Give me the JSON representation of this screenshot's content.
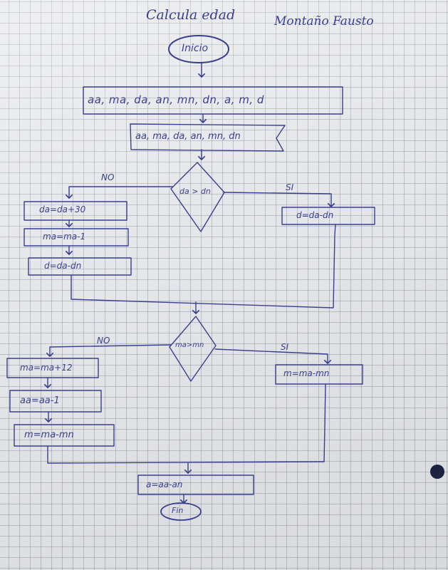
{
  "header": {
    "title": "Calcula edad",
    "author": "Montaño Fausto"
  },
  "flowchart": {
    "start": "Inicio",
    "declare": "aa, ma, da, an, mn, dn, a, m, d",
    "input": "aa, ma, da, an, mn, dn",
    "decision1": {
      "condition": "da > dn",
      "no_label": "NO",
      "si_label": "SI",
      "no_steps": [
        "da=da+30",
        "ma=ma-1",
        "d=da-dn"
      ],
      "si_steps": [
        "d=da-dn"
      ]
    },
    "decision2": {
      "condition": "ma>mn",
      "no_label": "NO",
      "si_label": "SI",
      "no_steps": [
        "ma=ma+12",
        "aa=aa-1",
        "m=ma-mn"
      ],
      "si_steps": [
        "m=ma-mn"
      ]
    },
    "final_step": "a=aa-an",
    "end": "Fin"
  },
  "colors": {
    "ink": "#3a3f8f",
    "paper": "#e6e7ea",
    "grid": "#8a93a3"
  }
}
